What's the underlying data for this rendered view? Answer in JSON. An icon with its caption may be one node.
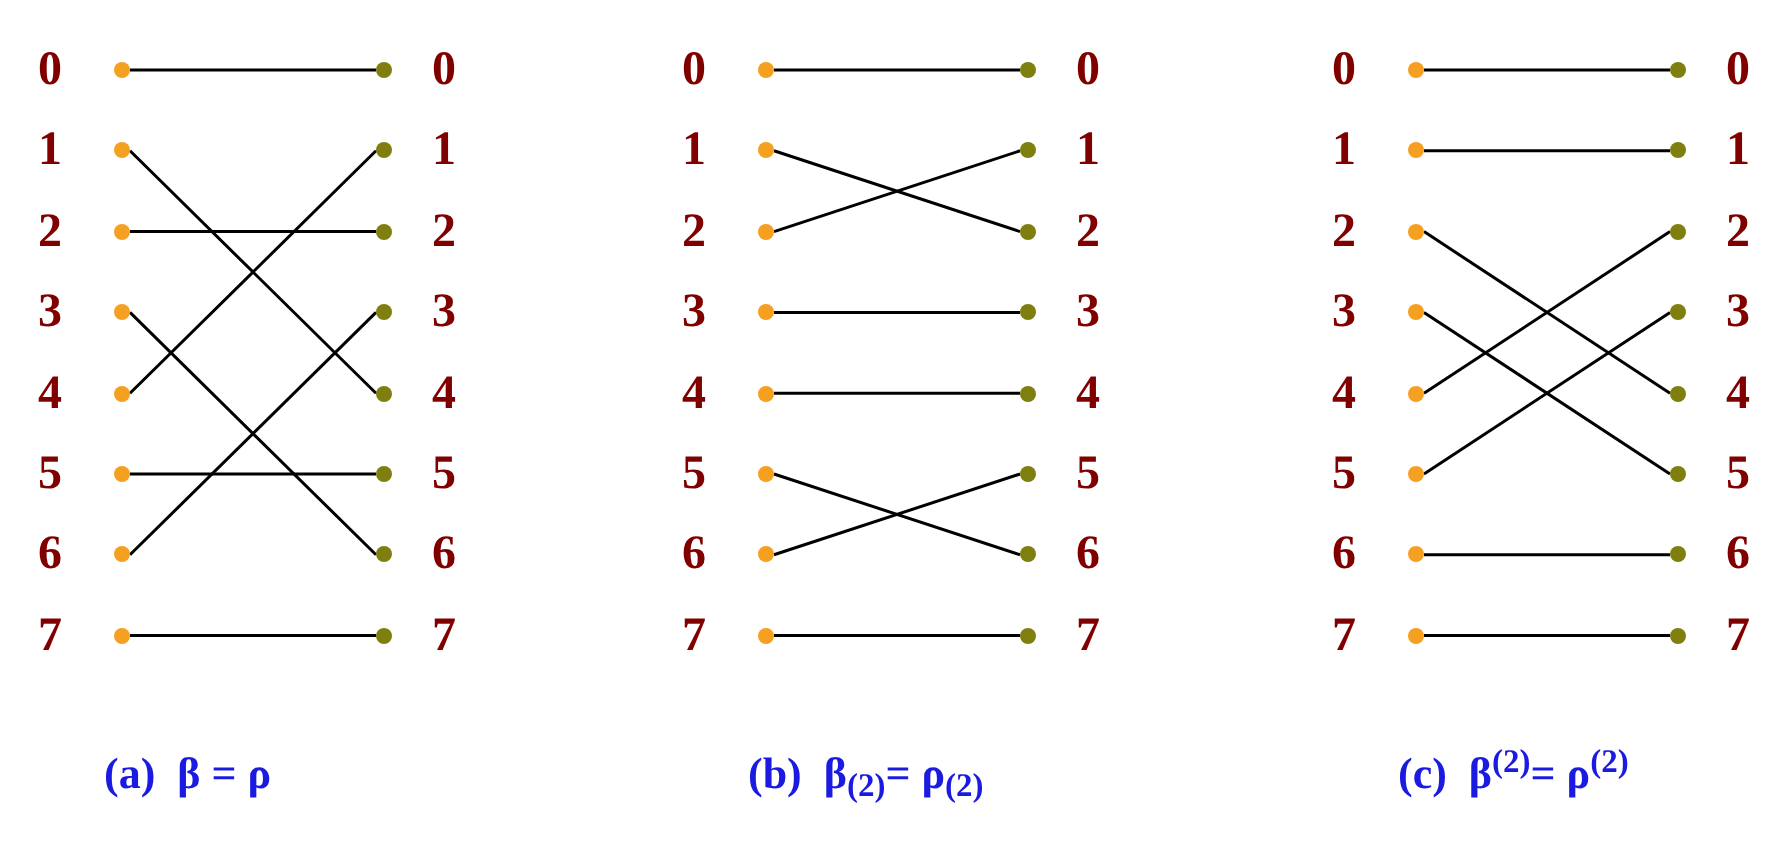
{
  "diagram": {
    "nodes": [
      {
        "text": [
          "0"
        ]
      },
      {
        "text": [
          "1"
        ]
      },
      {
        "text": [
          "2"
        ]
      },
      {
        "text": [
          "3"
        ]
      },
      {
        "text": [
          "4"
        ]
      },
      {
        "text": [
          "5"
        ]
      },
      {
        "text": [
          "6"
        ]
      },
      {
        "text": [
          "7"
        ]
      },
      {
        "text": [
          "0"
        ]
      },
      {
        "text": [
          "1"
        ]
      },
      {
        "text": [
          "2"
        ]
      },
      {
        "text": [
          "3"
        ]
      },
      {
        "text": [
          "4"
        ]
      },
      {
        "text": [
          "5"
        ]
      },
      {
        "text": [
          "6"
        ]
      },
      {
        "text": [
          "7"
        ]
      },
      {
        "text": [
          "0"
        ]
      },
      {
        "text": [
          "1"
        ]
      },
      {
        "text": [
          "2"
        ]
      },
      {
        "text": [
          "3"
        ]
      },
      {
        "text": [
          "4"
        ]
      },
      {
        "text": [
          "5"
        ]
      },
      {
        "text": [
          "6"
        ]
      },
      {
        "text": [
          "7"
        ]
      },
      {
        "text": [
          "0"
        ]
      },
      {
        "text": [
          "1"
        ]
      },
      {
        "text": [
          "2"
        ]
      },
      {
        "text": [
          "3"
        ]
      },
      {
        "text": [
          "4"
        ]
      },
      {
        "text": [
          "5"
        ]
      },
      {
        "text": [
          "6"
        ]
      },
      {
        "text": [
          "7"
        ]
      },
      {
        "text": [
          "0"
        ]
      },
      {
        "text": [
          "1"
        ]
      },
      {
        "text": [
          "2"
        ]
      },
      {
        "text": [
          "3"
        ]
      },
      {
        "text": [
          "4"
        ]
      },
      {
        "text": [
          "5"
        ]
      },
      {
        "text": [
          "6"
        ]
      },
      {
        "text": [
          "7"
        ]
      },
      {
        "text": [
          "0"
        ]
      },
      {
        "text": [
          "1"
        ]
      },
      {
        "text": [
          "2"
        ]
      },
      {
        "text": [
          "3"
        ]
      },
      {
        "text": [
          "4"
        ]
      },
      {
        "text": [
          "5"
        ]
      },
      {
        "text": [
          "6"
        ]
      },
      {
        "text": [
          "7"
        ]
      }
    ],
    "edges": [
      {
        "from": 0,
        "to": 8,
        "arrow": "none"
      },
      {
        "from": 1,
        "to": 12,
        "arrow": "none"
      },
      {
        "from": 2,
        "to": 10,
        "arrow": "none"
      },
      {
        "from": 3,
        "to": 14,
        "arrow": "none"
      },
      {
        "from": 4,
        "to": 9,
        "arrow": "none"
      },
      {
        "from": 5,
        "to": 13,
        "arrow": "none"
      },
      {
        "from": 6,
        "to": 11,
        "arrow": "none"
      },
      {
        "from": 7,
        "to": 15,
        "arrow": "none"
      },
      {
        "from": 16,
        "to": 24,
        "arrow": "none"
      },
      {
        "from": 17,
        "to": 26,
        "arrow": "none"
      },
      {
        "from": 18,
        "to": 25,
        "arrow": "none"
      },
      {
        "from": 19,
        "to": 27,
        "arrow": "none"
      },
      {
        "from": 20,
        "to": 28,
        "arrow": "none"
      },
      {
        "from": 21,
        "to": 30,
        "arrow": "none"
      },
      {
        "from": 22,
        "to": 29,
        "arrow": "none"
      },
      {
        "from": 23,
        "to": 31,
        "arrow": "none"
      },
      {
        "from": 32,
        "to": 40,
        "arrow": "none"
      },
      {
        "from": 33,
        "to": 41,
        "arrow": "none"
      },
      {
        "from": 34,
        "to": 44,
        "arrow": "none"
      },
      {
        "from": 35,
        "to": 45,
        "arrow": "none"
      },
      {
        "from": 36,
        "to": 42,
        "arrow": "none"
      },
      {
        "from": 37,
        "to": 43,
        "arrow": "none"
      },
      {
        "from": 38,
        "to": 46,
        "arrow": "none"
      },
      {
        "from": 39,
        "to": 47,
        "arrow": "none"
      }
    ],
    "labels": [
      "(a)  β = ρ",
      "(b)  β$_{(2)}$= ρ$_{(2)}$",
      "(c)  β$^{(2)}$= ρ$^{(2)}$"
    ]
  }
}
